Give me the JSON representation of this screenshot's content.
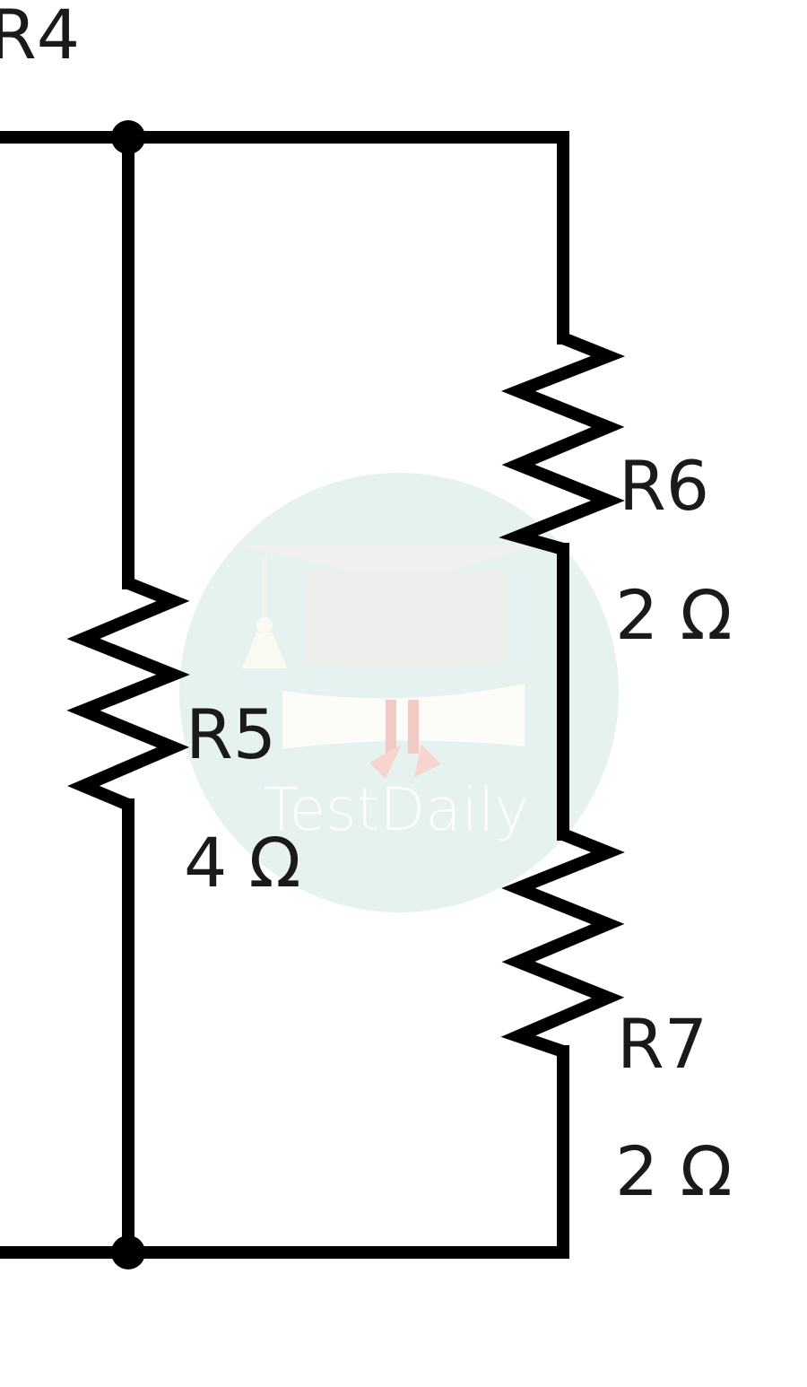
{
  "circuit": {
    "labels": {
      "r4": "R4",
      "r5_name": "R5",
      "r5_value": "4 Ω",
      "r6_name": "R6",
      "r6_value": "2 Ω",
      "r7_name": "R7",
      "r7_value": "2 Ω"
    },
    "watermark": {
      "text": "TestDaily",
      "circle_color": "#e6f2ef",
      "cap_color": "#eeeeec",
      "ribbon_color": "#f3c9c4"
    }
  }
}
